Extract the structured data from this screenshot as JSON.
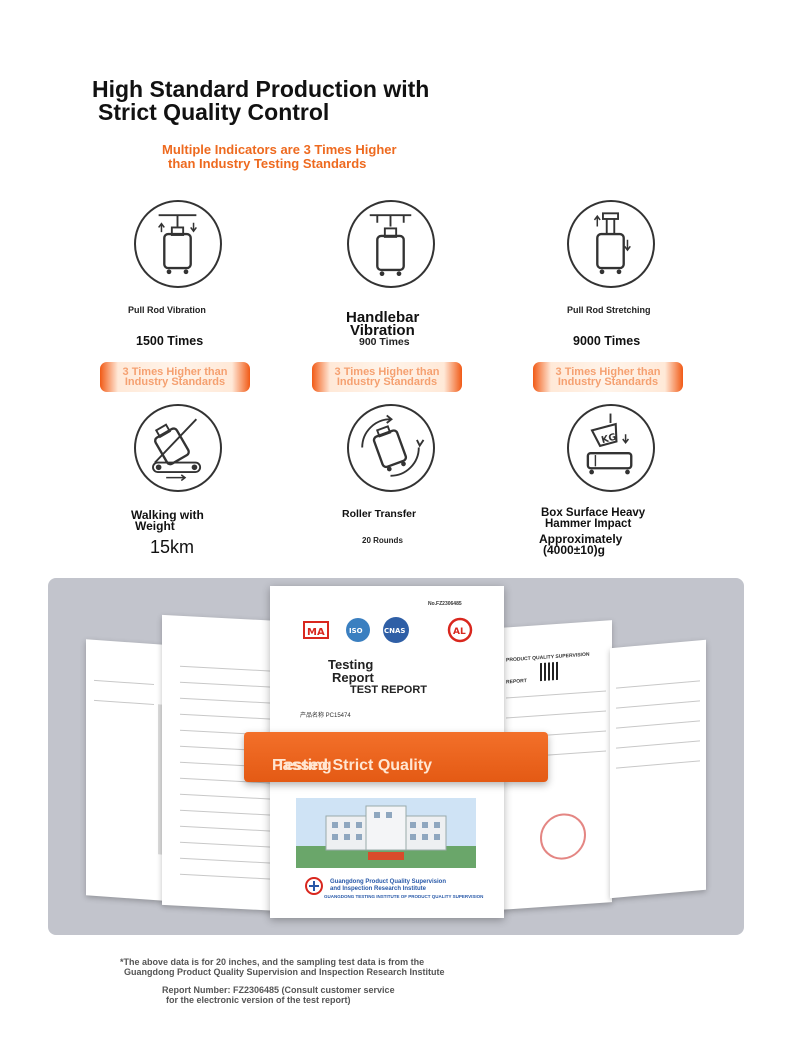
{
  "header": {
    "title_line1": "High Standard Production with",
    "title_line2": "Strict Quality Control",
    "subtitle_line1": "Multiple Indicators are 3 Times Higher",
    "subtitle_line2": "than Industry Testing Standards"
  },
  "tests": {
    "pull_rod_vibration": {
      "label": "Pull Rod Vibration",
      "count": "1500 Times"
    },
    "handlebar_vibration": {
      "label_line1": "Handlebar",
      "label_line2": "Vibration",
      "count": "900 Times"
    },
    "pull_rod_stretching": {
      "label": "Pull Rod Stretching",
      "count": "9000 Times"
    },
    "walking_with_weight": {
      "label_line1": "Walking with",
      "label_line2": "Weight",
      "count": "15km"
    },
    "roller_transfer": {
      "label": "Roller Transfer",
      "count": "20 Rounds"
    },
    "hammer_impact": {
      "label_line1": "Box Surface Heavy",
      "label_line2": "Hammer Impact",
      "count_line1": "Approximately",
      "count_line2": "(4000±10)g"
    }
  },
  "badges": {
    "text_line1": "3 Times Higher than",
    "text_line2": "Industry Standards"
  },
  "report": {
    "report_no": "No.FZ2306485",
    "logos": [
      "MA",
      "ISO",
      "CNAS",
      "AL"
    ],
    "title_line1": "Testing",
    "title_line2": "Report",
    "title_en": "TEST REPORT",
    "product_name": "产品名称    PC15474",
    "kg_label": "KG",
    "institute_line1": "Guangdong Product Quality Supervision",
    "institute_line2": "and Inspection Research Institute",
    "institute_en": "GUANGDONG TESTING INSTITUTE OF PRODUCT QUALITY SUPERVISION",
    "right_doc_header": "PRODUCT QUALITY SUPERVISION",
    "right_doc_label": "REPORT"
  },
  "banner": {
    "line1": "Passed Strict Quality",
    "line2": "Testing"
  },
  "footer": {
    "note_line1": "*The above data is for 20 inches, and the sampling test data is from the",
    "note_line2": "Guangdong Product Quality Supervision and Inspection Research Institute",
    "report_line1": "Report Number: FZ2306485 (Consult customer service",
    "report_line2": "for the electronic version of the test report)"
  },
  "colors": {
    "accent": "#ee6a1f",
    "panel_bg": "#c2c4cc",
    "institute_blue": "#2758a8"
  }
}
